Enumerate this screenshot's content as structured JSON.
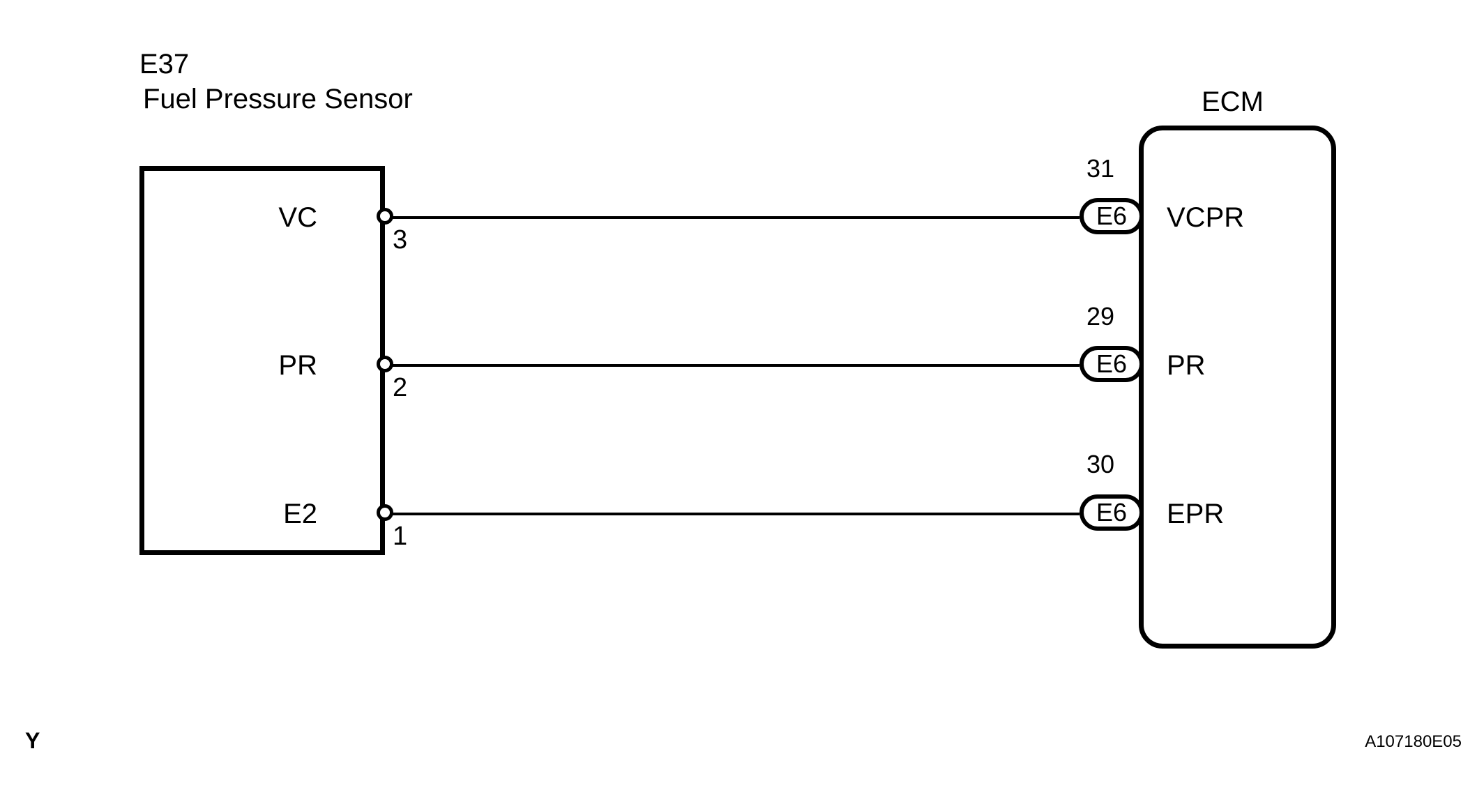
{
  "diagram": {
    "reference_code": "A107180E05",
    "corner_mark": "Y",
    "left_component": {
      "connector_id": "E37",
      "name": "Fuel Pressure Sensor"
    },
    "right_component": {
      "name": "ECM"
    },
    "connections": [
      {
        "sensor_terminal": "VC",
        "sensor_pin": "3",
        "ecm_pin": "31",
        "ecm_connector": "E6",
        "ecm_signal": "VCPR"
      },
      {
        "sensor_terminal": "PR",
        "sensor_pin": "2",
        "ecm_pin": "29",
        "ecm_connector": "E6",
        "ecm_signal": "PR"
      },
      {
        "sensor_terminal": "E2",
        "sensor_pin": "1",
        "ecm_pin": "30",
        "ecm_connector": "E6",
        "ecm_signal": "EPR"
      }
    ],
    "colors": {
      "line": "#000000",
      "background": "#ffffff"
    }
  }
}
